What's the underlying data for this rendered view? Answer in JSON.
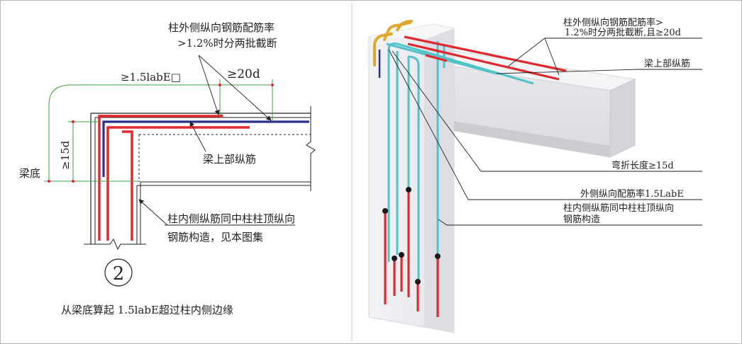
{
  "left_diagram": {
    "ann_ratio_line1": "柱外侧纵向钢筋配筋率",
    "ann_ratio_line2": ">1.2%时分两批截断",
    "dim_anchor": "≥1.5labE□",
    "dim_20d": "≥20d",
    "dim_15d": "≥15d",
    "label_beam_bottom": "梁底",
    "label_beam_top_bar": "梁上部纵筋",
    "label_inner_line1": "柱内侧纵筋同中柱柱顶纵向",
    "label_inner_line2": "钢筋构造，见本图集",
    "node_number": "2",
    "footnote": "从梁底算起 1.5labE超过柱内侧边缘"
  },
  "right_diagram": {
    "ann_ratio_line1": "柱外侧纵向钢筋配筋率>",
    "ann_ratio_line2": "1.2%时分两批截断,且≥20d",
    "label_beam_top_bar": "梁上部纵筋",
    "label_bend": "弯折长度≥15d",
    "label_outer_ratio": "外侧纵向配筋率1.5LabE",
    "label_inner_line1": "柱内侧纵筋同中柱柱顶纵向",
    "label_inner_line2": "钢筋构造"
  },
  "colors": {
    "rebar_red": "#e0282e",
    "rebar_blue": "#2a2f8c",
    "rebar_cyan": "#4fc3c8",
    "rebar_gold": "#e0a82a",
    "dimension_green": "#3aa33a",
    "concrete": "#e4e6ea"
  }
}
